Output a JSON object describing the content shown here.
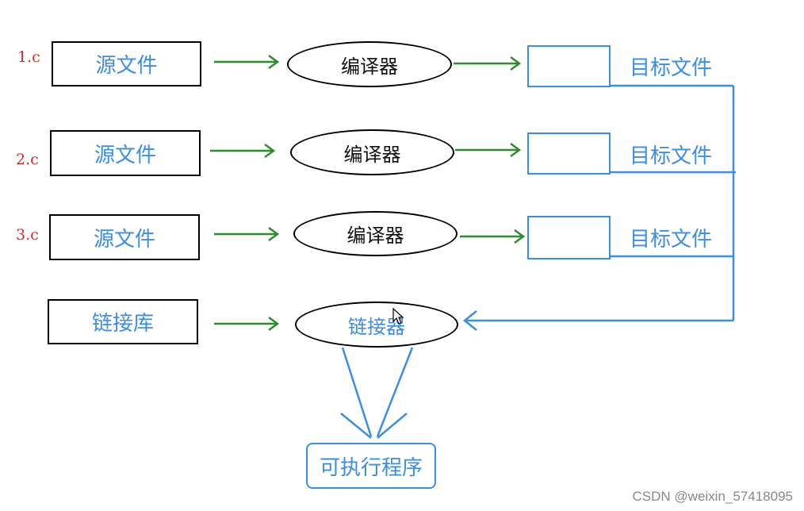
{
  "rows": [
    {
      "num": "1.c",
      "source": "源文件",
      "compiler": "编译器",
      "object": "目标文件"
    },
    {
      "num": "2.c",
      "source": "源文件",
      "compiler": "编译器",
      "object": "目标文件"
    },
    {
      "num": "3.c",
      "source": "源文件",
      "compiler": "编译器",
      "object": "目标文件"
    }
  ],
  "library": "链接库",
  "linker": "链接器",
  "executable": "可执行程序",
  "watermark": "CSDN @weixin_57418095",
  "colors": {
    "arrow_green": "#2e8b2e",
    "blue": "#3a8ee6",
    "red_label": "#d42a2a",
    "box_border": "#000000"
  }
}
